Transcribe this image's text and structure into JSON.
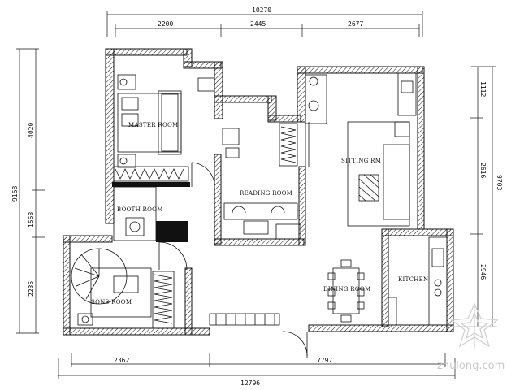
{
  "dimensions": {
    "top_overall": "10270",
    "top_segments": [
      "2200",
      "2445",
      "2677"
    ],
    "bottom_overall": "12796",
    "bottom_segments": [
      "2362",
      "7797"
    ],
    "left_overall": "9168",
    "left_segments": [
      "4020",
      "1568",
      "2235"
    ],
    "right_overall": "9703",
    "right_segments": [
      "1112",
      "2616",
      "2946"
    ]
  },
  "rooms": {
    "master_room": "MASTER ROOM",
    "reading_room": "READING ROOM",
    "sitting_room": "SITTING RM",
    "booth_room": "BOOTH ROOM",
    "sons_room": "SONS ROOM",
    "dining_room": "DINING ROOM",
    "kitchen": "KITCHEN"
  },
  "watermark": {
    "text": "zhulong.com"
  },
  "icons": {
    "watermark_logo": "geometric-flower-logo"
  },
  "colors": {
    "ink": "#111111",
    "background": "#ffffff",
    "watermark": "#c8c8c8"
  }
}
